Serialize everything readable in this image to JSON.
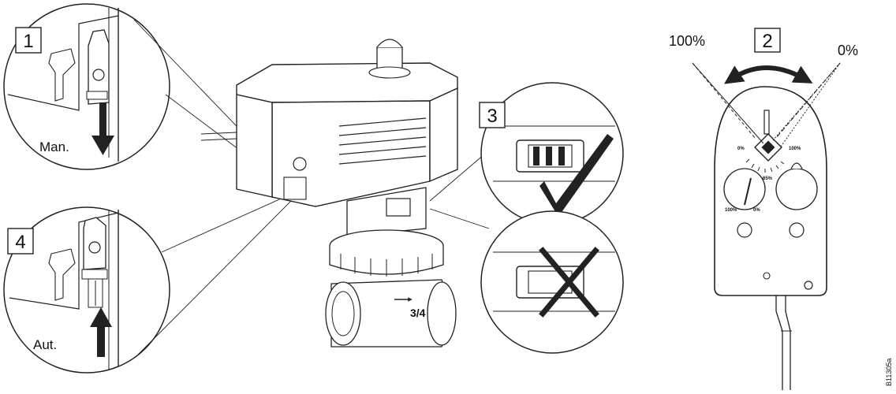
{
  "steps": {
    "step1": "1",
    "step2": "2",
    "step3": "3",
    "step4": "4"
  },
  "captions": {
    "manual": "Man.",
    "automatic": "Aut."
  },
  "dial": {
    "max_label": "100%",
    "min_label": "0%",
    "scale_left": "0%",
    "scale_right": "100%",
    "scale_mid": "65%",
    "pot_left": "100%",
    "pot_right": "0%"
  },
  "valve": {
    "size_mark": "3/4"
  },
  "figure_code": "B11305a",
  "colors": {
    "line": "#222222",
    "fill": "#ffffff",
    "shade": "#8a8a8a"
  }
}
